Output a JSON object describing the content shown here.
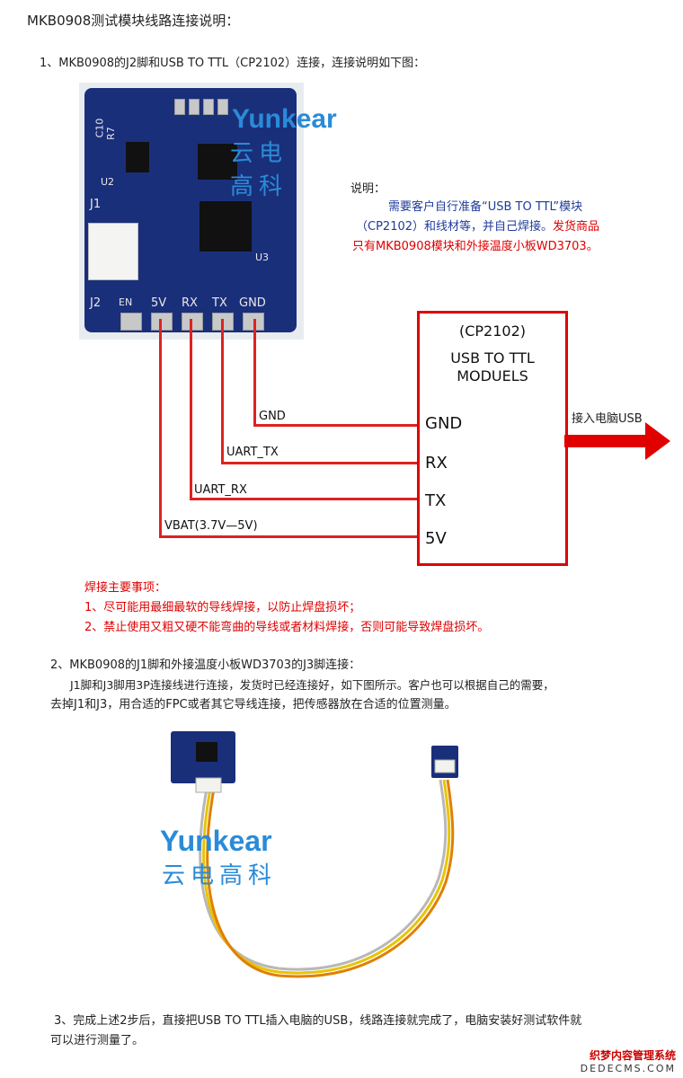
{
  "header": {
    "title": "MKB0908测试模块线路连接说明：",
    "step1": "1、MKB0908的J2脚和USB TO TTL（CP2102）连接，连接说明如下图："
  },
  "board": {
    "logo_text": "Yunkear",
    "logo_cn": "云电高科",
    "silk": {
      "c10": "C10",
      "r7": "R7",
      "u2": "U2",
      "j1": "J1",
      "j2": "J2",
      "en": "EN",
      "v5": "5V",
      "rx": "RX",
      "tx": "TX",
      "gnd": "GND",
      "u3": "U3"
    }
  },
  "note": {
    "head": "说明：",
    "line1": "需要客户自行准备“USB TO TTL”模块",
    "line2a": "（CP2102）和线材等，并自己焊接。",
    "line2b": "发货商品",
    "line3": "只有MKB0908模块和外接温度小板WD3703。"
  },
  "module": {
    "line1": "(CP2102)",
    "line2": "USB TO TTL",
    "line3": "MODUELS",
    "pins": [
      "GND",
      "RX",
      "TX",
      "5V"
    ],
    "usb_label": "接入电脑USB"
  },
  "wires": {
    "gnd": "GND",
    "uart_tx": "UART_TX",
    "uart_rx": "UART_RX",
    "vbat": "VBAT(3.7V—5V)"
  },
  "solder_notes": {
    "head": "焊接主要事项：",
    "item1": "1、尽可能用最细最软的导线焊接，以防止焊盘损坏；",
    "item2": "2、禁止使用又粗又硬不能弯曲的导线或者材料焊接，否则可能导致焊盘损坏。"
  },
  "step2": {
    "title": "2、MKB0908的J1脚和外接温度小板WD3703的J3脚连接：",
    "line1": "J1脚和J3脚用3P连接线进行连接，发货时已经连接好，如下图所示。客户也可以根据自己的需要，",
    "line2": "去掉J1和J3，用合适的FPC或者其它导线连接，把传感器放在合适的位置测量。"
  },
  "step3": {
    "line1": "3、完成上述2步后，直接把USB TO TTL插入电脑的USB，线路连接就完成了，电脑安装好测试软件就",
    "line2": "可以进行测量了。"
  },
  "watermark": {
    "line1": "织梦内容管理系统",
    "line2": "DEDECMS.COM"
  },
  "colors": {
    "wire": "#d22222",
    "box_border": "#e00000",
    "note_blue": "#1f3b9a",
    "pcb": "#1a2f7a",
    "logo": "#2a8bd8"
  }
}
